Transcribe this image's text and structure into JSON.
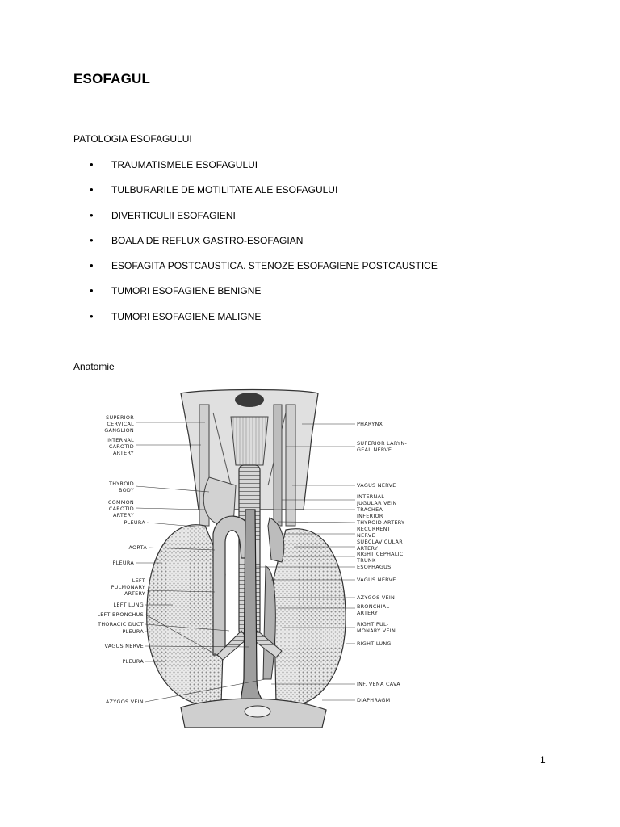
{
  "document": {
    "title": "ESOFAGUL",
    "subtitle": "PATOLOGIA ESOFAGULUI",
    "items": [
      "TRAUMATISMELE ESOFAGULUI",
      "TULBURARILE DE MOTILITATE ALE ESOFAGULUI",
      "DIVERTICULII ESOFAGIENI",
      "BOALA DE REFLUX GASTRO-ESOFAGIAN",
      "ESOFAGITA POSTCAUSTICA. STENOZE ESOFAGIENE POSTCAUSTICE",
      "TUMORI ESOFAGIENE BENIGNE",
      "TUMORI ESOFAGIENE MALIGNE"
    ],
    "bullet_glyph": "•",
    "section_heading": "Anatomie",
    "page_number": "1"
  },
  "figure": {
    "left_labels": [
      [
        "SUPERIOR",
        "CERVICAL",
        "GANGLION"
      ],
      [
        "INTERNAL",
        "CAROTID",
        "ARTERY"
      ],
      [
        "THYROID",
        "BODY"
      ],
      [
        "COMMON",
        "CAROTID",
        "ARTERY"
      ],
      [
        "PLEURA"
      ],
      [
        "AORTA"
      ],
      [
        "PLEURA"
      ],
      [
        "LEFT",
        "PULMONARY",
        "ARTERY"
      ],
      [
        "LEFT LUNG"
      ],
      [
        "LEFT BRONCHUS"
      ],
      [
        "THORACIC DUCT"
      ],
      [
        "PLEURA"
      ],
      [
        "VAGUS NERVE"
      ],
      [
        "PLEURA"
      ],
      [
        "AZYGOS VEIN"
      ]
    ],
    "right_labels": [
      [
        "PHARYNX"
      ],
      [
        "SUPERIOR LARYN-",
        "GEAL NERVE"
      ],
      [
        "VAGUS NERVE"
      ],
      [
        "INTERNAL",
        "JUGULAR VEIN"
      ],
      [
        "TRACHEA"
      ],
      [
        "INFERIOR",
        "THYROID ARTERY"
      ],
      [
        "RECURRENT",
        "NERVE"
      ],
      [
        "SUBCLAVICULAR",
        "ARTERY"
      ],
      [
        "RIGHT CEPHALIC",
        "TRUNK"
      ],
      [
        "ESOPHAGUS"
      ],
      [
        "VAGUS NERVE"
      ],
      [
        "AZYGOS VEIN"
      ],
      [
        "BRONCHIAL",
        "ARTERY"
      ],
      [
        "RIGHT PUL-",
        "MONARY VEIN"
      ],
      [
        "RIGHT LUNG"
      ],
      [
        "INF. VENA CAVA"
      ],
      [
        "DIAPHRAGM"
      ]
    ]
  }
}
